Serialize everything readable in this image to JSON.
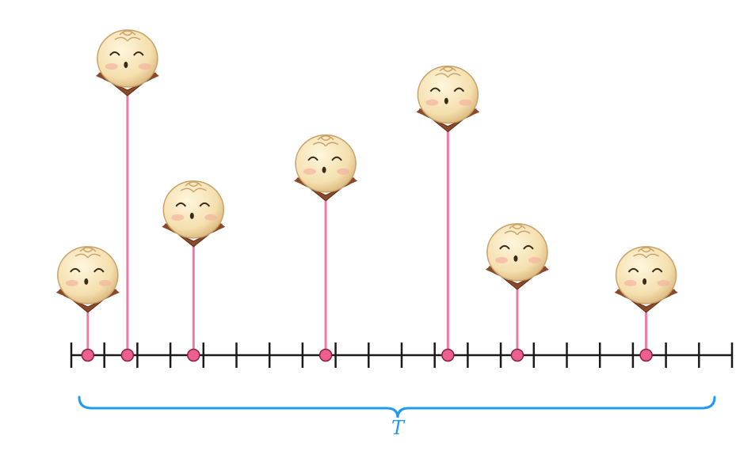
{
  "timeline": {
    "tick_count": 21,
    "line_color": "#1a1a1a",
    "stem_color": "#f07aa6",
    "dot_fill": "#ec5f8f",
    "dot_stroke": "#8a2040"
  },
  "events": [
    {
      "position": 0.5,
      "height": 1.4
    },
    {
      "position": 1.7,
      "height": 8.0
    },
    {
      "position": 3.7,
      "height": 3.4
    },
    {
      "position": 7.7,
      "height": 4.8
    },
    {
      "position": 11.4,
      "height": 6.9
    },
    {
      "position": 13.5,
      "height": 2.1
    },
    {
      "position": 17.4,
      "height": 1.4
    }
  ],
  "bun": {
    "name": "steamed-bun-icon",
    "body_color": "#f6e2b2",
    "cheek_color": "#f4b4a0",
    "base_color": "#8a4a2a"
  },
  "brace": {
    "label": "T",
    "color": "#1e9bf0"
  }
}
